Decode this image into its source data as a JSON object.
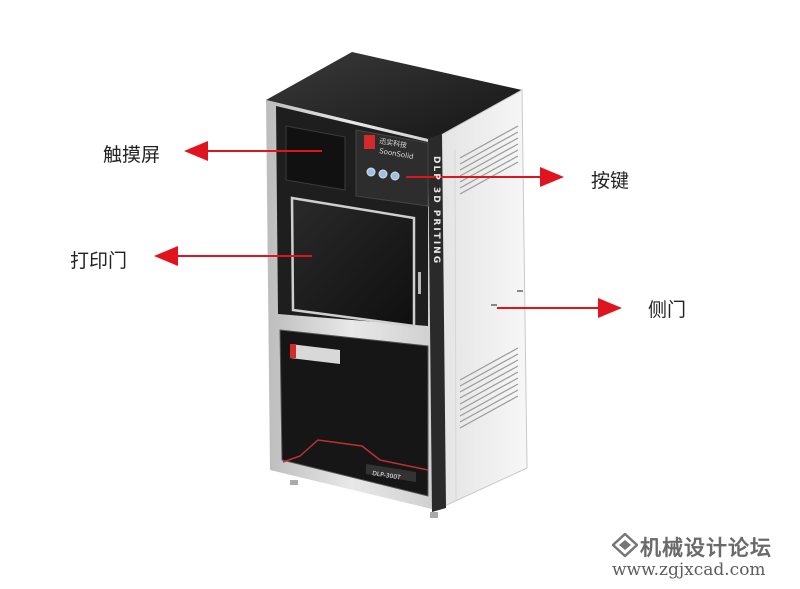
{
  "labels": {
    "touchscreen": "触摸屏",
    "keys": "按键",
    "print_door": "打印门",
    "side_door": "侧门"
  },
  "machine": {
    "brand_cn": "迅实科技",
    "brand_en": "SoonSolid",
    "side_text": "DLP 3D PRITING",
    "model": "DLP-300T"
  },
  "watermark": {
    "title": "机械设计论坛",
    "url": "www.zgjxcad.com"
  },
  "colors": {
    "arrow": "#e0141e",
    "body_dark": "#1c1c1c",
    "panel_light": "#f0f0f0"
  }
}
